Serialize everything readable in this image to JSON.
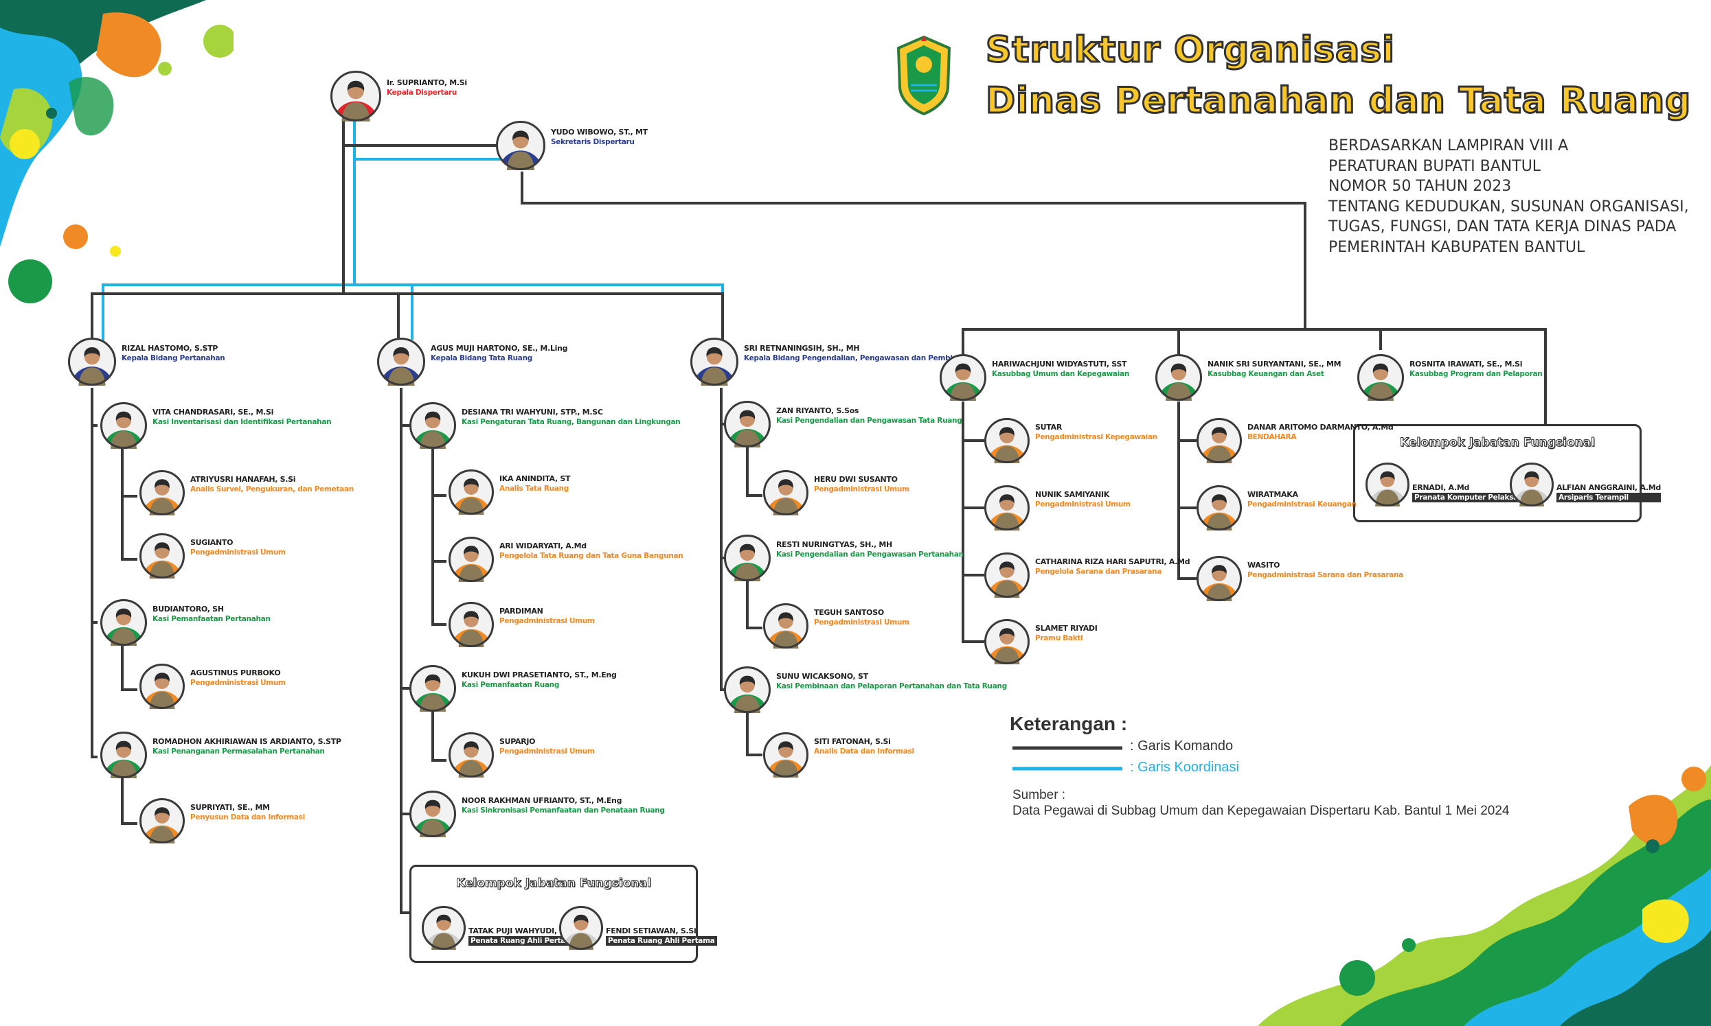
{
  "title": {
    "line1": "Struktur Organisasi",
    "line2": "Dinas Pertanahan dan Tata Ruang"
  },
  "legal_basis": [
    "BERDASARKAN LAMPIRAN VIII A",
    "PERATURAN BUPATI BANTUL",
    "NOMOR 50 TAHUN 2023",
    "TENTANG KEDUDUKAN, SUSUNAN ORGANISASI,",
    "TUGAS, FUNGSI, DAN TATA KERJA DINAS PADA",
    "PEMERINTAH KABUPATEN BANTUL"
  ],
  "colors": {
    "command_line": "#3a3a3a",
    "coordination_line": "#1fb3e8",
    "red": "#e0262c",
    "blue": "#2b3e8f",
    "green": "#1a9a48",
    "orange": "#f08a24",
    "title_fill": "#f7c72c"
  },
  "legend": {
    "heading": "Keterangan :",
    "command": ": Garis Komando",
    "coordination": ": Garis Koordinasi"
  },
  "source": {
    "label": "Sumber :",
    "text": "Data Pegawai di Subbag Umum dan Kepegawaian Dispertaru Kab. Bantul 1 Mei 2024"
  },
  "people": {
    "kadin": {
      "name": "Ir. SUPRIANTO, M.Si",
      "title": "Kepala Dispertaru"
    },
    "sekretaris": {
      "name": "YUDO WIBOWO, ST., MT",
      "title": "Sekretaris Dispertaru"
    },
    "kabid1": {
      "name": "RIZAL HASTOMO, S.STP",
      "title": "Kepala Bidang Pertanahan"
    },
    "kabid2": {
      "name": "AGUS MUJI HARTONO, SE., M.Ling",
      "title": "Kepala Bidang Tata Ruang"
    },
    "kabid3": {
      "name": "SRI RETNANINGSIH, SH., MH",
      "title": "Kepala Bidang Pengendalian, Pengawasan dan Pembinaan"
    },
    "k11": {
      "name": "VITA CHANDRASARI, SE., M.Si",
      "title": "Kasi Inventarisasi dan Identifikasi Pertanahan"
    },
    "s111": {
      "name": "ATRIYUSRI HANAFAH, S.Si",
      "title": "Analis Survei, Pengukuran, dan Pemetaan"
    },
    "s112": {
      "name": "SUGIANTO",
      "title": "Pengadministrasi Umum"
    },
    "k12": {
      "name": "BUDIANTORO, SH",
      "title": "Kasi Pemanfaatan Pertanahan"
    },
    "s121": {
      "name": "AGUSTINUS PURBOKO",
      "title": "Pengadministrasi Umum"
    },
    "k13": {
      "name": "ROMADHON AKHIRIAWAN IS ARDIANTO, S.STP",
      "title": "Kasi Penanganan Permasalahan Pertanahan"
    },
    "s131": {
      "name": "SUPRIYATI, SE., MM",
      "title": "Penyusun Data dan Informasi"
    },
    "k21": {
      "name": "DESIANA TRI WAHYUNI, STP., M.SC",
      "title": "Kasi Pengaturan Tata Ruang, Bangunan dan Lingkungan"
    },
    "s211": {
      "name": "IKA ANINDITA, ST",
      "title": "Analis Tata Ruang"
    },
    "s212": {
      "name": "ARI WIDARYATI, A.Md",
      "title": "Pengelola Tata Ruang dan Tata Guna Bangunan"
    },
    "s213": {
      "name": "PARDIMAN",
      "title": "Pengadministrasi Umum"
    },
    "k22": {
      "name": "KUKUH DWI PRASETIANTO, ST., M.Eng",
      "title": "Kasi Pemanfaatan Ruang"
    },
    "s221": {
      "name": "SUPARJO",
      "title": "Pengadministrasi Umum"
    },
    "k23": {
      "name": "NOOR RAKHMAN UFRIANTO, ST., M.Eng",
      "title": "Kasi Sinkronisasi Pemanfaatan dan Penataan Ruang"
    },
    "f21": {
      "name": "TATAK PUJI WAHYUDI, S.Si",
      "title": "Penata Ruang Ahli Pertama"
    },
    "f22": {
      "name": "FENDI SETIAWAN, S.Si",
      "title": "Penata Ruang Ahli Pertama"
    },
    "k31": {
      "name": "ZAN RIYANTO, S.Sos",
      "title": "Kasi Pengendalian dan Pengawasan Tata Ruang"
    },
    "s311": {
      "name": "HERU DWI SUSANTO",
      "title": "Pengadministrasi Umum"
    },
    "k32": {
      "name": "RESTI NURINGTYAS, SH., MH",
      "title": "Kasi Pengendalian dan Pengawasan Pertanahan"
    },
    "s321": {
      "name": "TEGUH SANTOSO",
      "title": "Pengadministrasi Umum"
    },
    "k33": {
      "name": "SUNU WICAKSONO, ST",
      "title": "Kasi Pembinaan dan Pelaporan Pertanahan dan Tata Ruang"
    },
    "s331": {
      "name": "SITI FATONAH, S.Si",
      "title": "Analis Data dan Informasi"
    },
    "sb1": {
      "name": "HARIWACHJUNI WIDYASTUTI, SST",
      "title": "Kasubbag Umum dan Kepegawaian"
    },
    "u1": {
      "name": "SUTAR",
      "title": "Pengadministrasi Kepegawaian"
    },
    "u2": {
      "name": "NUNIK SAMIYANIK",
      "title": "Pengadministrasi Umum"
    },
    "u3": {
      "name": "CATHARINA RIZA HARI SAPUTRI, A.Md",
      "title": "Pengelola Sarana dan Prasarana"
    },
    "u4": {
      "name": "SLAMET RIYADI",
      "title": "Pramu Bakti"
    },
    "sb2": {
      "name": "NANIK SRI SURYANTANI, SE., MM",
      "title": "Kasubbag Keuangan dan Aset"
    },
    "v1": {
      "name": "DANAR ARITOMO DARMANTO, A.Md",
      "title": "BENDAHARA"
    },
    "v2": {
      "name": "WIRATMAKA",
      "title": "Pengadministrasi Keuangan"
    },
    "v3": {
      "name": "WASITO",
      "title": "Pengadministrasi Sarana dan Prasarana"
    },
    "sb3": {
      "name": "ROSNITA IRAWATI, SE., M.Si",
      "title": "Kasubbag Program dan Pelaporan"
    },
    "f31": {
      "name": "ERNADI, A.Md",
      "title": "Pranata Komputer Pelaksana"
    },
    "f32": {
      "name": "ALFIAN ANGGRAINI, A.Md",
      "title": "Arsiparis Terampil"
    }
  },
  "fungsional_box_1": "Kelompok Jabatan Fungsional",
  "fungsional_box_2": "Kelompok Jabatan Fungsional"
}
